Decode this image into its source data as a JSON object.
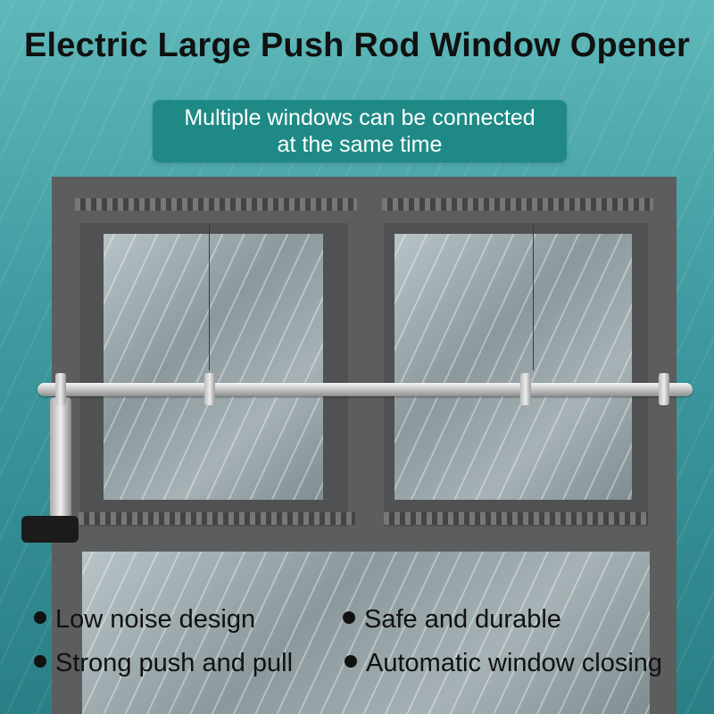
{
  "title": "Electric Large Push Rod Window Opener",
  "badge": {
    "line1": "Multiple windows can be connected",
    "line2": "at the same time",
    "color": "#1f8a85"
  },
  "features": [
    "Low noise design",
    "Safe and durable",
    "Strong push and pull",
    "Automatic window closing"
  ]
}
